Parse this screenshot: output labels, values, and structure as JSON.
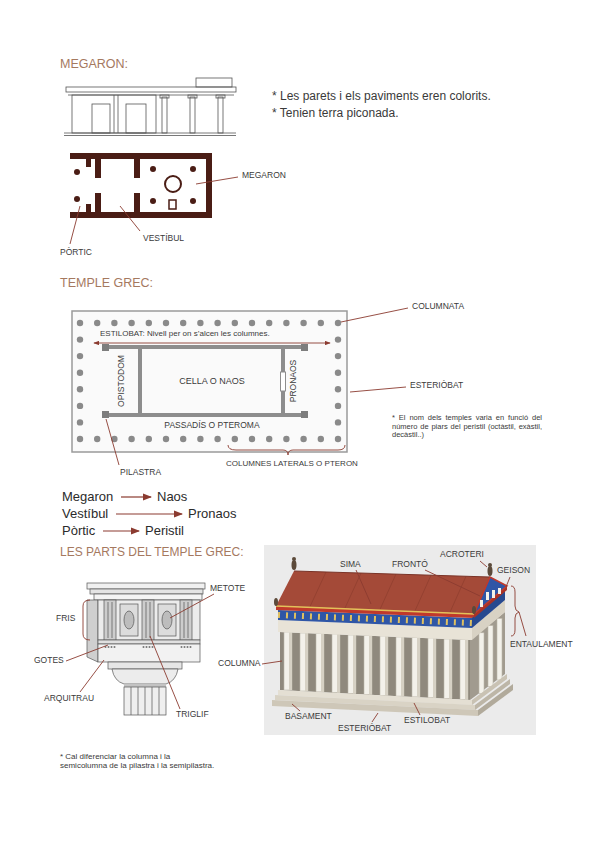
{
  "diagram": {
    "nodes": [
      {
        "text": [
          "Megaron"
        ]
      },
      {
        "text": [
          "Naos"
        ]
      },
      {
        "text": [
          "Vestíbul"
        ]
      },
      {
        "text": [
          "Pronaos"
        ]
      },
      {
        "text": [
          "Pòrtic"
        ]
      },
      {
        "text": [
          "Peristil"
        ]
      }
    ],
    "edges": [
      {
        "from": 0,
        "to": 1,
        "arrow": "to"
      },
      {
        "from": 2,
        "to": 3,
        "arrow": "to"
      },
      {
        "from": 4,
        "to": 5,
        "arrow": "to"
      }
    ],
    "labels": [
      "MEGARON:",
      "* Les parets i els paviments eren colorits.",
      "* Tenien terra piconada.",
      "MEGARON",
      "VESTÍBUL",
      "PÒRTIC",
      "TEMPLE GREC:",
      "COLUMNATA",
      "ESTILOBAT: Nivell per on s’alcen les columnes.",
      "OPISTODOM",
      "CELLA O NAOS",
      "PRONAOS",
      "ESTERIÒBAT",
      "* El nom dels temples varia en funció del número de piars del peristil (octàstil, exàstil, decàstil..)",
      "PASSADÍS O PTEROMA",
      "PILASTRA",
      "COLUMNES LATERALS O PTERON",
      "LES PARTS DEL TEMPLE GREC:",
      "FRONTÓ",
      "ACROTERI",
      "SIMA",
      "GEISON",
      "METOTE",
      "FRIS",
      "GOTES",
      "ENTAULAMENT",
      "COLUMNA",
      "ARQUITRAU",
      "TRIGLIF",
      "BASAMENT",
      "ESTILOBAT",
      "ESTERIÒBAT",
      "* Cal diferenciar la columna i la semicolumna de la pilastra i la semipilastra."
    ]
  }
}
